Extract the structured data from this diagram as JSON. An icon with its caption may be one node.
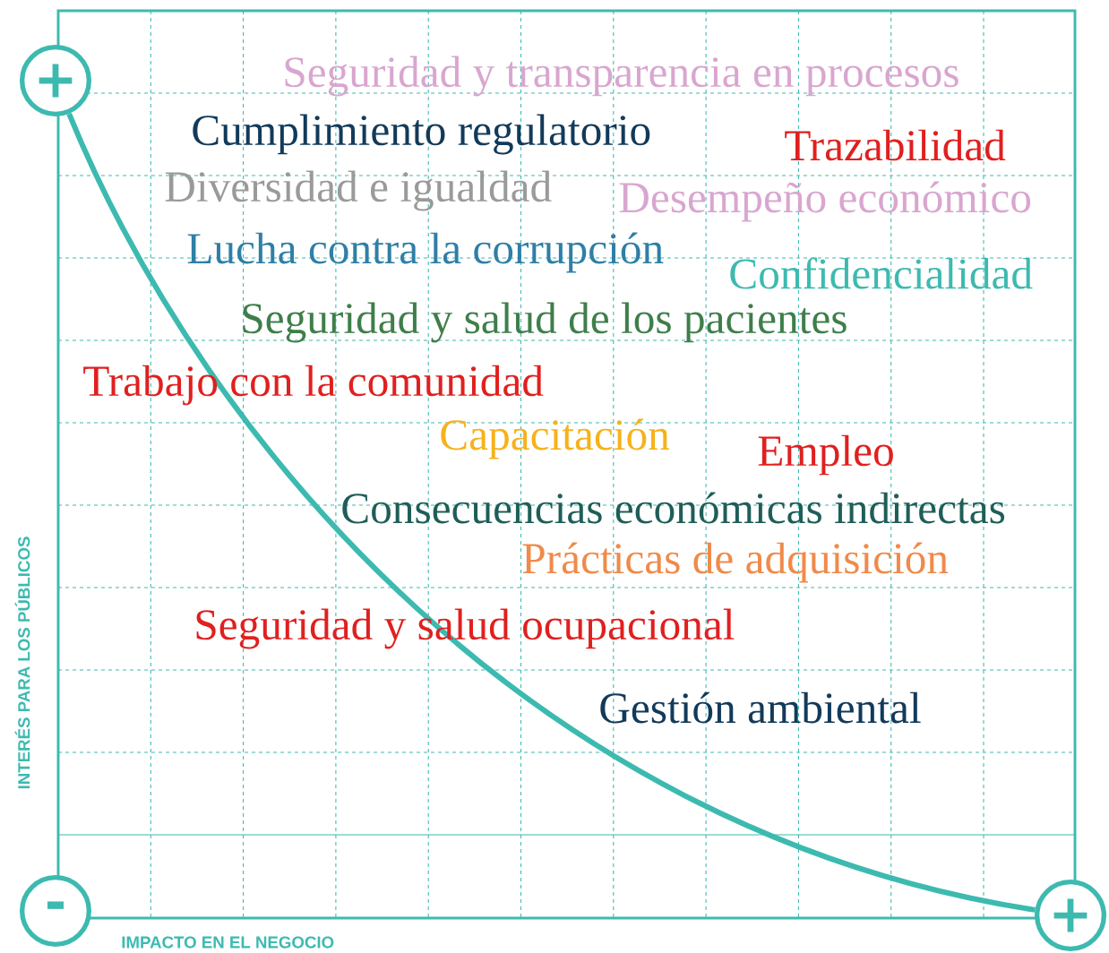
{
  "diagram": {
    "nodes": [
      {
        "text": [
          "+"
        ]
      },
      {
        "text": [
          "-"
        ]
      },
      {
        "text": [
          "+"
        ]
      }
    ],
    "edges": [
      {
        "from": 0,
        "to": 2,
        "arrow": "none"
      }
    ],
    "labels": [
      "Seguridad y transparencia en procesos",
      "Cumplimiento regulatorio",
      "Trazabilidad",
      "Diversidad e igualdad",
      "Desempeño económico",
      "Lucha contra la corrupción",
      "Confidencialidad",
      "Seguridad y salud de los pacientes",
      "Trabajo con la comunidad",
      "Capacitación",
      "Empleo",
      "Consecuencias económicas indirectas",
      "Prácticas de adquisición",
      "Seguridad y salud ocupacional",
      "Gestión ambiental",
      "INTERÉS PARA LOS PÚBLICOS",
      "IMPACTO EN EL NEGOCIO"
    ]
  }
}
